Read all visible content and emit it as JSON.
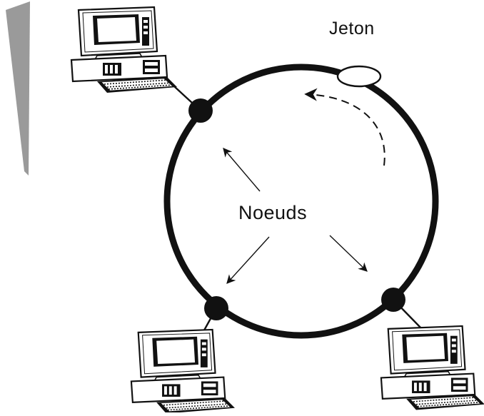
{
  "diagram": {
    "labels": {
      "token": "Jeton",
      "nodes": "Noeuds"
    },
    "colors": {
      "ink": "#111111",
      "paper": "#ffffff",
      "edge_shade": "#9a9a9a"
    },
    "elements": {
      "ring": "token-ring",
      "token": "token-ellipse",
      "computers": [
        "computer-top-left",
        "computer-bottom-left",
        "computer-bottom-right"
      ],
      "nodes": [
        "node-top-left",
        "node-bottom-left",
        "node-bottom-right"
      ]
    }
  }
}
